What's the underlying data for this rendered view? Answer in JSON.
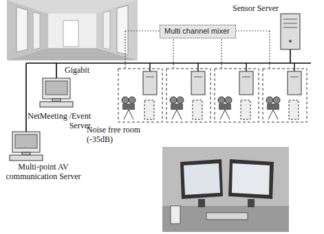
{
  "diagram": {
    "nodes": [
      {
        "text": [
          "Multi channel mixer"
        ]
      }
    ],
    "labels": [
      "Sensor Server",
      "Gigabit",
      "NetMeeting /Event Server",
      "Multi-point AV communication Server",
      "Noise free room (-35dB)"
    ]
  }
}
